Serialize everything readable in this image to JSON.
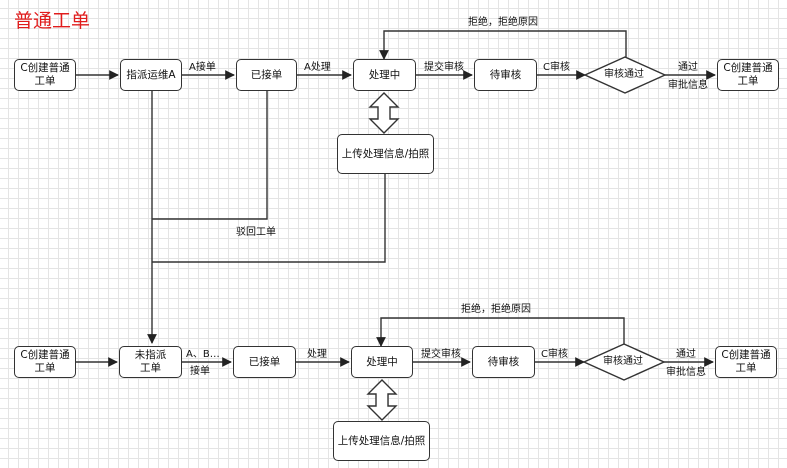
{
  "title": "普通工单",
  "flow1": {
    "create": "C创建普通工单",
    "assign": "指派运维A",
    "accepted": "已接单",
    "processing": "处理中",
    "pending_review": "待审核",
    "review_pass": "审核通过",
    "end": "C创建普通工单",
    "upload": "上传处理信息/拍照",
    "edge_accept": "A接单",
    "edge_process": "A处理",
    "edge_submit": "提交审核",
    "edge_review": "C审核",
    "edge_pass": "通过",
    "edge_pass_info": "审批信息",
    "edge_reject": "拒绝，拒绝原因",
    "edge_return": "驳回工单"
  },
  "flow2": {
    "create": "C创建普通工单",
    "unassigned": "未指派工单",
    "accepted": "已接单",
    "processing": "处理中",
    "pending_review": "待审核",
    "review_pass": "审核通过",
    "end": "C创建普通工单",
    "upload": "上传处理信息/拍照",
    "edge_accept": "A、B…",
    "edge_accept2": "接单",
    "edge_process": "处理",
    "edge_submit": "提交审核",
    "edge_review": "C审核",
    "edge_pass": "通过",
    "edge_pass_info": "审批信息",
    "edge_reject": "拒绝，拒绝原因"
  }
}
